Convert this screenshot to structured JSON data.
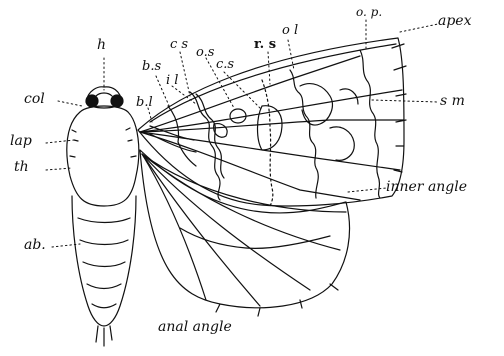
{
  "labels": {
    "h": "h",
    "col": "col",
    "lap": "lap",
    "th": "th",
    "ab": "ab.",
    "cs1": "c s",
    "bs": "b.s",
    "il": "i l",
    "bl": "b.l",
    "os": "o.s",
    "cs2": "c.s",
    "rs": "r. s",
    "ol": "o l",
    "op": "o. p.",
    "apex": "apex",
    "sm": "s m",
    "inner_angle": "inner angle",
    "anal_angle": "anal angle"
  },
  "colors": {
    "ink": "#111111",
    "paper": "#ffffff"
  }
}
